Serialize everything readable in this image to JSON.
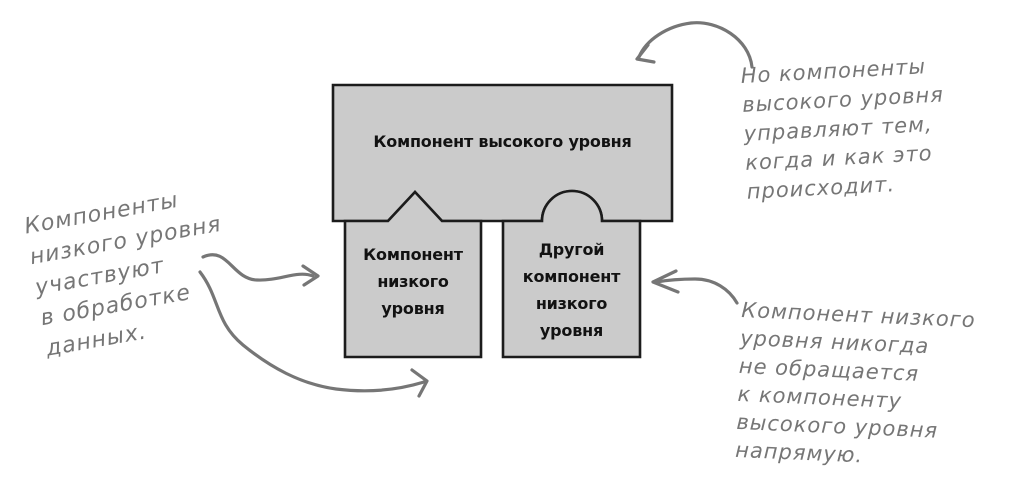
{
  "colors": {
    "background": "#ffffff",
    "box_fill": "#cbcbcb",
    "box_border": "#1c1c1c",
    "label_ink": "#121212",
    "annotation_ink": "#767676"
  },
  "boxes": {
    "high_level": {
      "label": "Компонент высокого уровня"
    },
    "low_level_left": {
      "lines": [
        "Компонент",
        "низкого",
        "уровня"
      ]
    },
    "low_level_right": {
      "lines": [
        "Другой",
        "компонент",
        "низкого",
        "уровня"
      ]
    }
  },
  "annotations": {
    "left": {
      "lines": [
        "Компоненты",
        "низкого уровня",
        "участвуют",
        "в обработке",
        "данных."
      ]
    },
    "top_right": {
      "lines": [
        "Но компоненты",
        "высокого уровня",
        "управляют тем,",
        "когда и как это",
        "происходит."
      ]
    },
    "bottom_right": {
      "lines": [
        "Компонент низкого",
        "уровня никогда",
        "не обращается",
        "к компоненту",
        "высокого уровня",
        "напрямую."
      ]
    }
  },
  "icons": {
    "arrows": [
      "hand-drawn-curved-arrow-right-upper",
      "hand-drawn-curved-arrow-right-lower",
      "hand-drawn-arc-arrow-down-left",
      "hand-drawn-curved-arrow-left"
    ]
  }
}
